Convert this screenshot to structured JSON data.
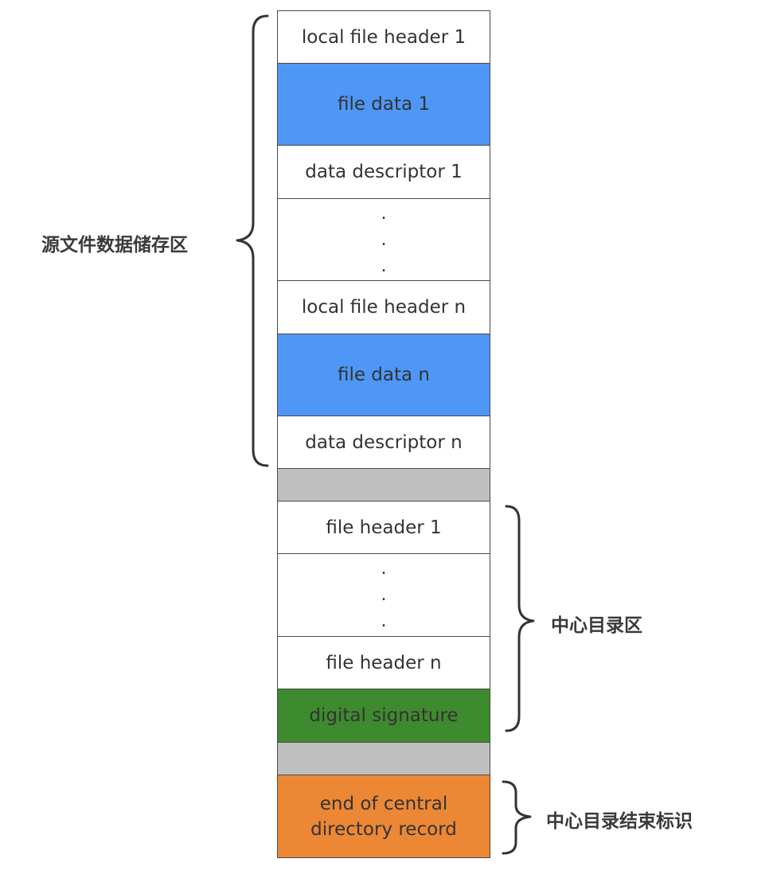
{
  "blocks": {
    "local_file_header_1": "local file header 1",
    "file_data_1": "file data 1",
    "data_descriptor_1": "data descriptor 1",
    "ellipsis_dot": ".",
    "local_file_header_n": "local file header n",
    "file_data_n": "file data n",
    "data_descriptor_n": "data descriptor n",
    "file_header_1": "file header 1",
    "file_header_n": "file header n",
    "digital_signature": "digital signature",
    "end_of_central_directory_line1": "end of central",
    "end_of_central_directory_line2": "directory record"
  },
  "labels": {
    "source_file_data_area": "源文件数据储存区",
    "central_directory_area": "中心目录区",
    "end_of_central_directory_marker": "中心目录结束标识"
  },
  "colors": {
    "file_data": "#4f97f6",
    "separator": "#bfbfbf",
    "digital_signature": "#3e8a2e",
    "end_record": "#ec8835",
    "border": "#4a4a4a",
    "text": "#333333"
  }
}
